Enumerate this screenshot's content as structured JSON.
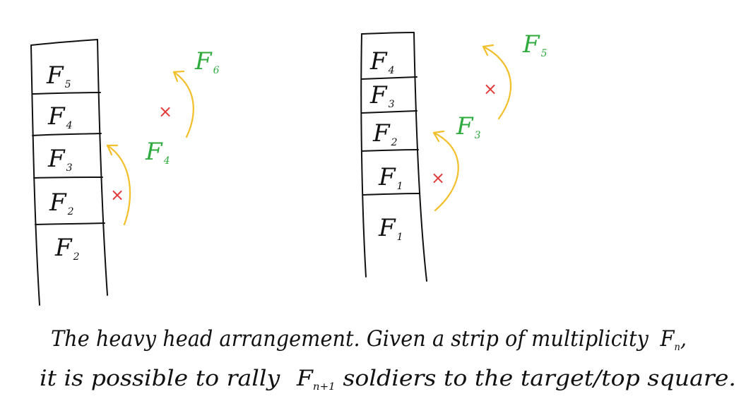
{
  "colors": {
    "ink": "#111111",
    "arrow": "#F2BF2A",
    "label": "#2EAA3E",
    "cross": "#E23B3B"
  },
  "left_strip": {
    "cells": [
      {
        "main": "F",
        "sub": "5"
      },
      {
        "main": "F",
        "sub": "4"
      },
      {
        "main": "F",
        "sub": "3"
      },
      {
        "main": "F",
        "sub": "2"
      },
      {
        "main": "F",
        "sub": "2"
      }
    ],
    "arrows": [
      {
        "main": "F",
        "sub": "4",
        "mark": "×"
      },
      {
        "main": "F",
        "sub": "6",
        "mark": "×"
      }
    ]
  },
  "right_strip": {
    "cells": [
      {
        "main": "F",
        "sub": "4"
      },
      {
        "main": "F",
        "sub": "3"
      },
      {
        "main": "F",
        "sub": "2"
      },
      {
        "main": "F",
        "sub": "1"
      },
      {
        "main": "F",
        "sub": "1"
      }
    ],
    "arrows": [
      {
        "main": "F",
        "sub": "3",
        "mark": "×"
      },
      {
        "main": "F",
        "sub": "5",
        "mark": "×"
      }
    ]
  },
  "caption": {
    "line1_a": "The heavy head arrangement. Given a strip of multiplicity",
    "line1_var": "F",
    "line1_sub": "n",
    "line1_end": ",",
    "line2_a": "it is possible to rally",
    "line2_var": "F",
    "line2_sub": "n+1",
    "line2_b": "soldiers to the target/top square."
  }
}
